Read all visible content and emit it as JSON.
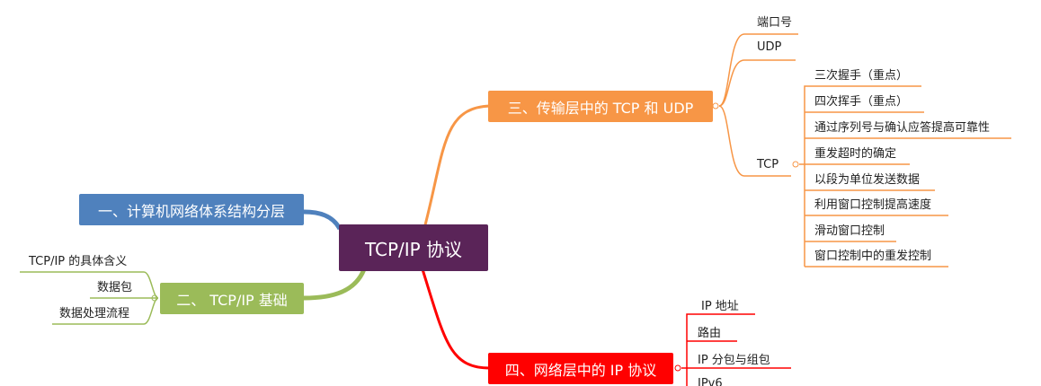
{
  "colors": {
    "central": "#5a2458",
    "blue": "#4f81bd",
    "green": "#9bbb59",
    "orange": "#f79646",
    "red": "#ff0000"
  },
  "central": {
    "label": "TCP/IP 协议"
  },
  "branches": {
    "layers": {
      "label": "一、计算机网络体系结构分层"
    },
    "basics": {
      "label": "二、 TCP/IP 基础",
      "children": [
        "TCP/IP 的具体含义",
        "数据包",
        "数据处理流程"
      ]
    },
    "transport": {
      "label": "三、传输层中的 TCP 和 UDP",
      "children": [
        {
          "label": "端口号"
        },
        {
          "label": "UDP"
        },
        {
          "label": "TCP",
          "children": [
            "三次握手（重点）",
            "四次挥手（重点）",
            "通过序列号与确认应答提高可靠性",
            "重发超时的确定",
            "以段为单位发送数据",
            "利用窗口控制提高速度",
            "滑动窗口控制",
            "窗口控制中的重发控制"
          ]
        }
      ]
    },
    "network": {
      "label": "四、网络层中的 IP 协议",
      "children": [
        "IP 地址",
        "路由",
        "IP 分包与组包",
        "IPv6"
      ]
    }
  }
}
